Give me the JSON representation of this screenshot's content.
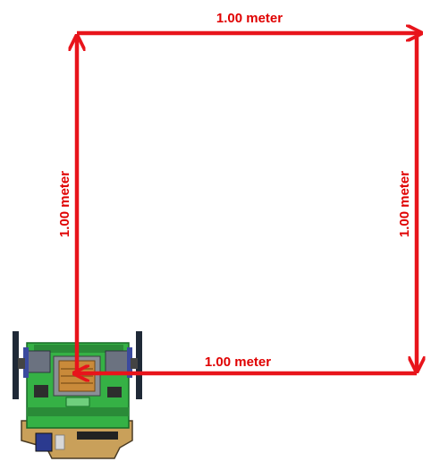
{
  "diagram": {
    "path_color": "#e8141b",
    "label_color": "#e00000",
    "segments": [
      {
        "id": "top",
        "label": "1.00 meter"
      },
      {
        "id": "right",
        "label": "1.00 meter"
      },
      {
        "id": "bottom",
        "label": "1.00 meter"
      },
      {
        "id": "left",
        "label": "1.00 meter"
      }
    ]
  },
  "robot": {
    "board_color": "#35b145",
    "chassis_color": "#c9a05a",
    "motor_color": "#6b7280",
    "wheel_color": "#1f2937"
  }
}
